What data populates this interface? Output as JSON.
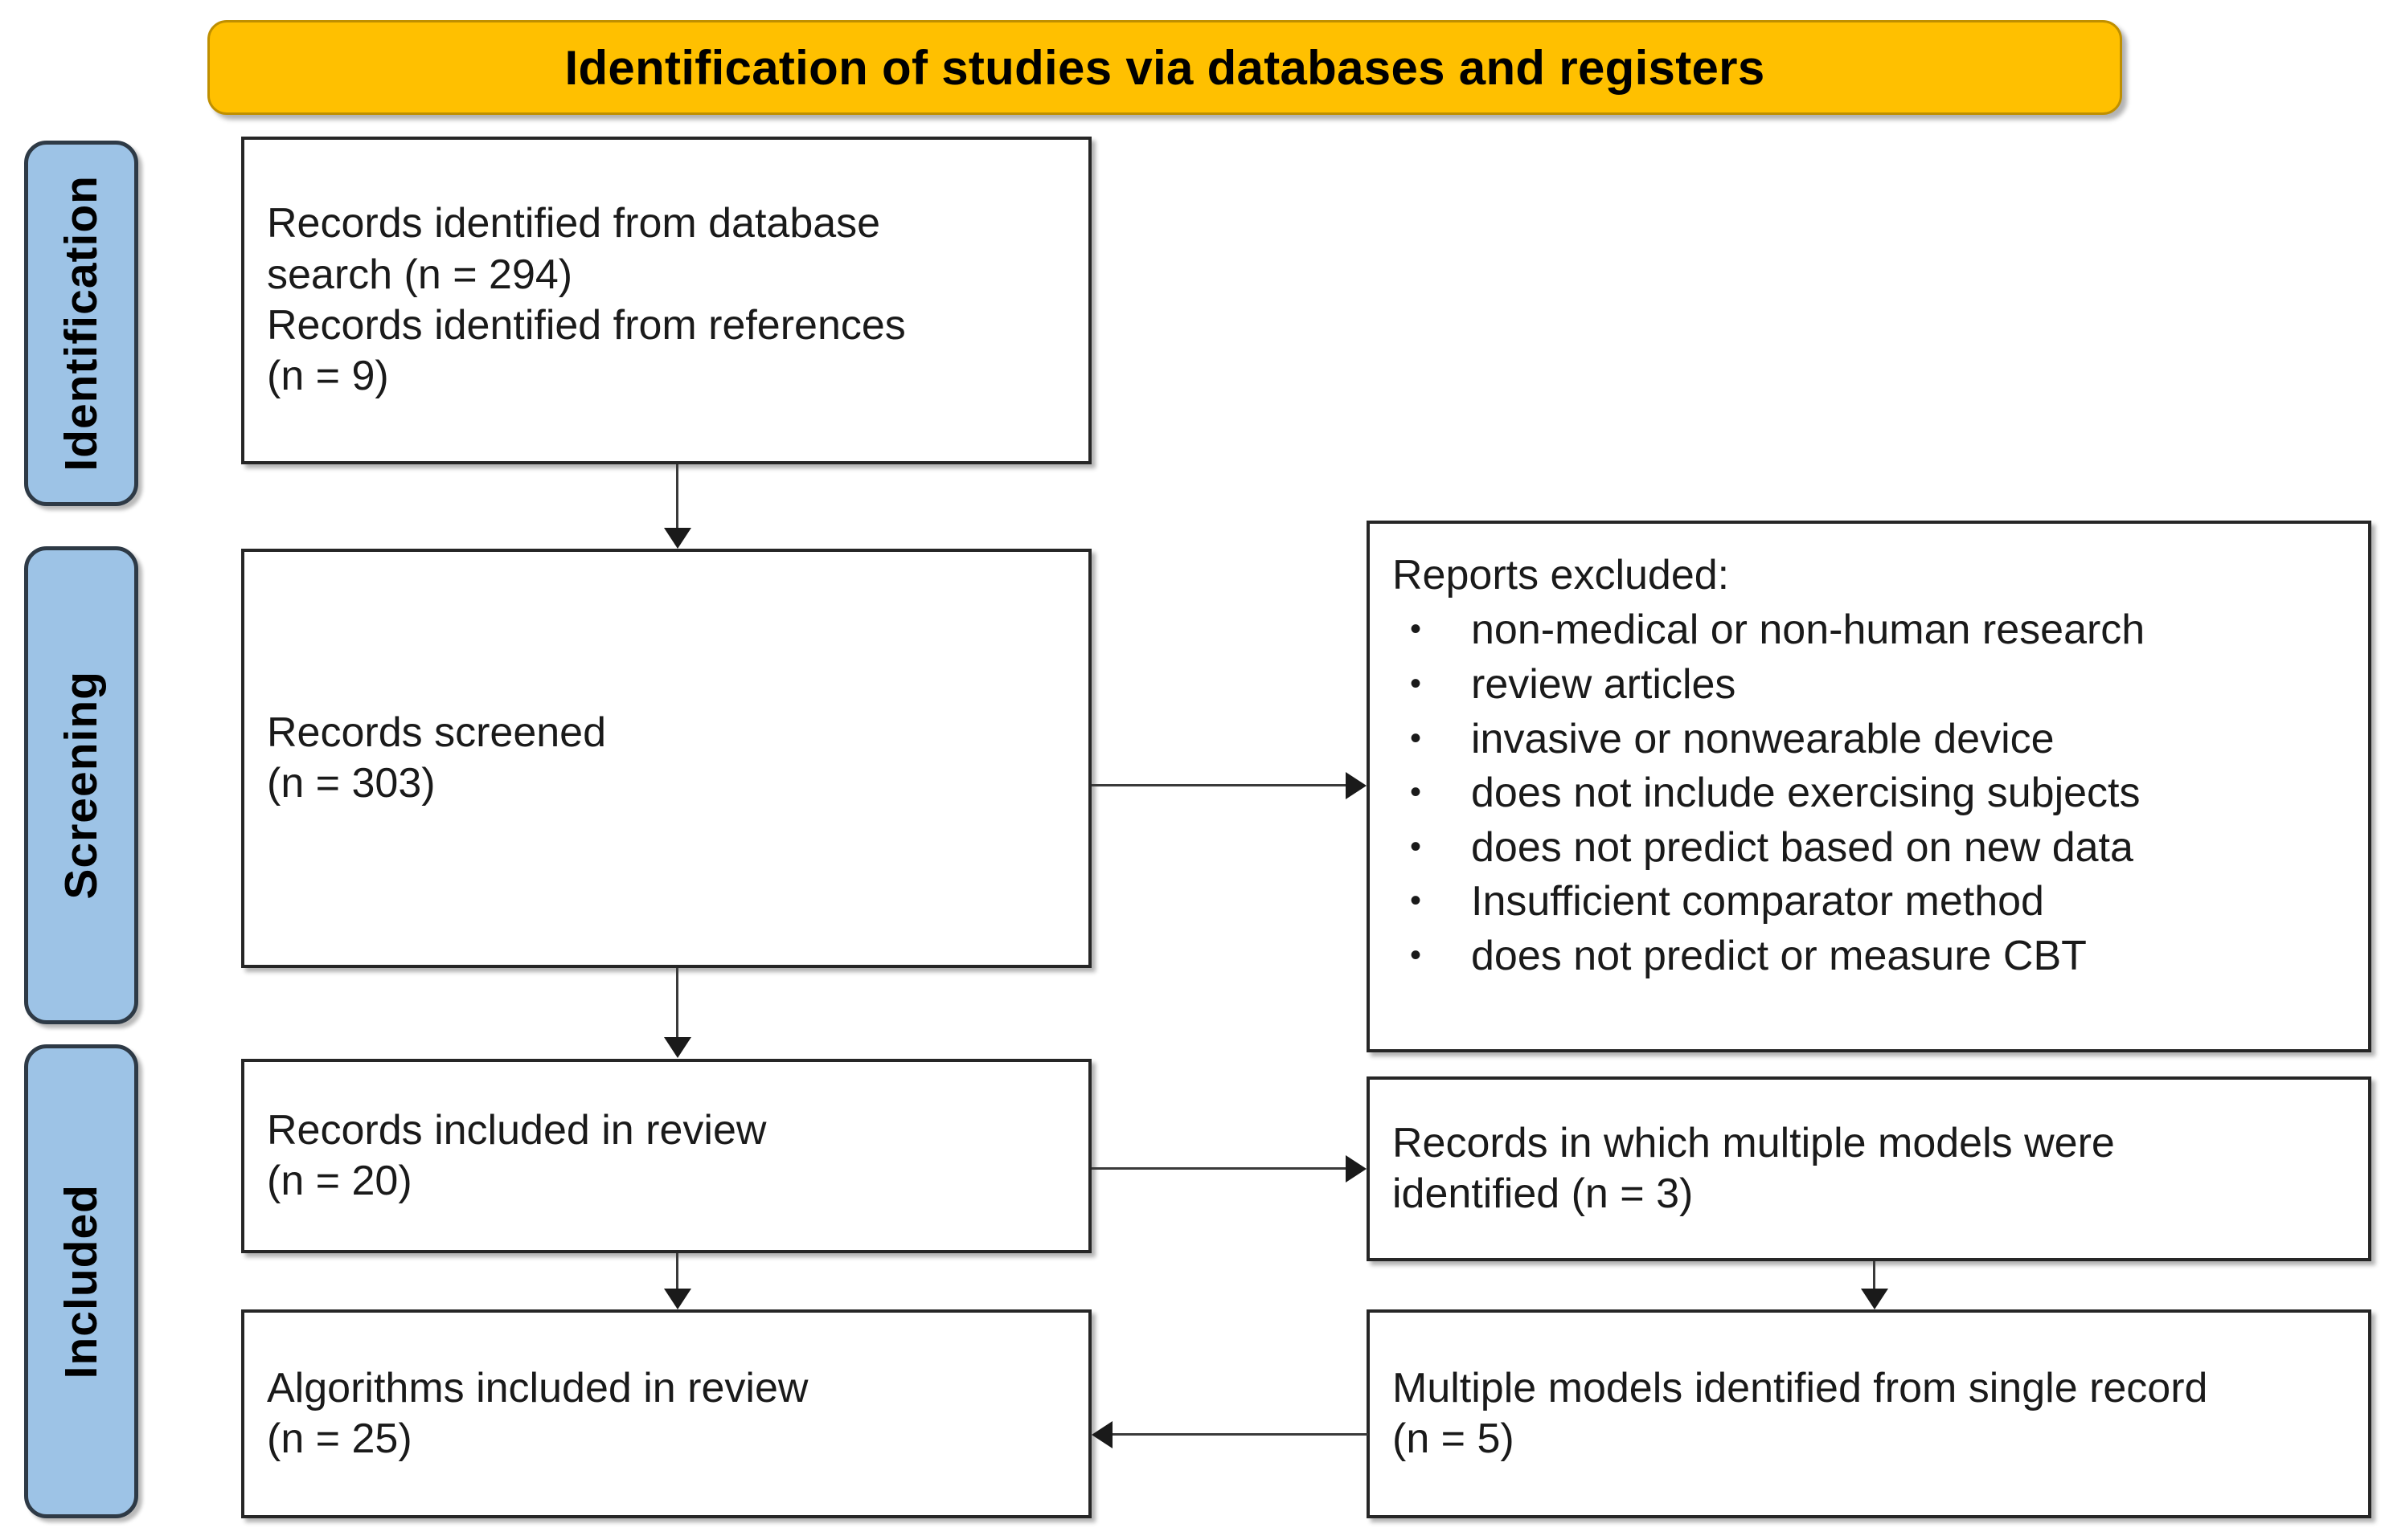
{
  "banner": {
    "title": "Identification of studies via databases and registers"
  },
  "stages": [
    {
      "id": "identification",
      "label": "Identification"
    },
    {
      "id": "screening",
      "label": "Screening"
    },
    {
      "id": "included",
      "label": "Included"
    }
  ],
  "boxes": {
    "identified": {
      "text": "Records identified from database\nsearch (n = 294)\nRecords identified from references\n(n = 9)"
    },
    "screened": {
      "text": "Records screened\n(n = 303)"
    },
    "included": {
      "text": "Records included in review\n(n = 20)"
    },
    "algorithms": {
      "text": "Algorithms included in review\n(n = 25)"
    },
    "excluded": {
      "title": "Reports excluded:",
      "items": [
        "non-medical or non-human research",
        "review articles",
        "invasive or nonwearable device",
        "does not include exercising subjects",
        "does not predict based on new data",
        "Insufficient comparator method",
        "does not predict or measure CBT"
      ]
    },
    "multi_records": {
      "text": "Records in which multiple models were\nidentified (n = 3)"
    },
    "multi_models": {
      "text": "Multiple models identified from single record\n(n = 5)"
    }
  },
  "colors": {
    "banner_fill": "#FFC000",
    "banner_border": "#BF8F00",
    "stage_tab_fill": "#9DC3E6",
    "stage_tab_border": "#2E3A46",
    "box_border": "#262626",
    "connector": "#3a3a3a",
    "text": "#1a1a1a"
  }
}
